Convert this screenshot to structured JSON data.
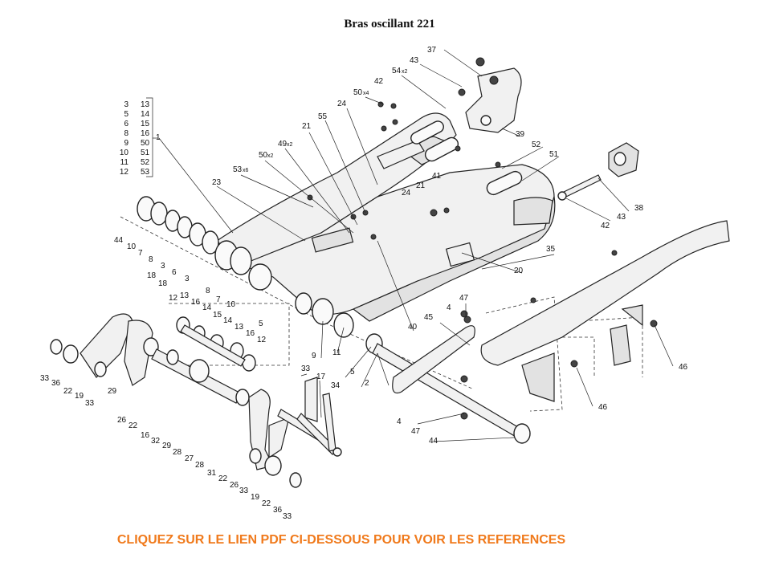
{
  "page": {
    "title": "Bras oscillant 221",
    "cta_text": "CLIQUEZ SUR LE LIEN PDF CI-DESSOUS POUR VOIR LES REFERENCES",
    "cta_color": "#f07a1c"
  },
  "kit_table": {
    "rows": [
      [
        "3",
        "13"
      ],
      [
        "5",
        "14"
      ],
      [
        "6",
        "15"
      ],
      [
        "8",
        "16"
      ],
      [
        "9",
        "50"
      ],
      [
        "10",
        "51"
      ],
      [
        "11",
        "52"
      ],
      [
        "12",
        "53"
      ]
    ],
    "kit_ref": "1"
  },
  "callouts": [
    "37",
    "43",
    "54",
    "42",
    "50",
    "24",
    "55",
    "39",
    "21",
    "49",
    "50",
    "53",
    "52",
    "51",
    "41",
    "21",
    "24",
    "38",
    "43",
    "42",
    "23",
    "35",
    "20",
    "44",
    "10",
    "7",
    "8",
    "3",
    "6",
    "3",
    "18",
    "18",
    "8",
    "7",
    "10",
    "5",
    "47",
    "4",
    "45",
    "40",
    "12",
    "13",
    "16",
    "14",
    "15",
    "14",
    "13",
    "16",
    "12",
    "9",
    "11",
    "5",
    "2",
    "46",
    "46",
    "33",
    "36",
    "22",
    "19",
    "33",
    "29",
    "26",
    "22",
    "16",
    "32",
    "29",
    "28",
    "27",
    "28",
    "31",
    "22",
    "26",
    "33",
    "19",
    "22",
    "36",
    "33",
    "33",
    "17",
    "34",
    "4",
    "47",
    "44"
  ],
  "multipliers": {
    "m54": "x2",
    "m50a": "x4",
    "m49": "x2",
    "m50b": "x2",
    "m53": "x6"
  }
}
